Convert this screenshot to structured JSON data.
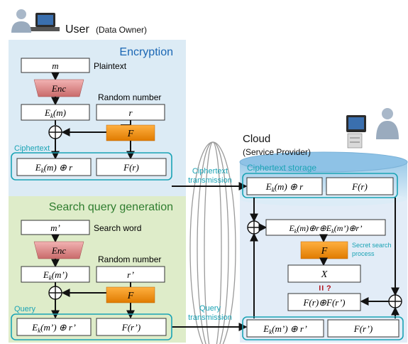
{
  "user": {
    "title": "User",
    "subtitle": "(Data Owner)"
  },
  "cloud": {
    "title": "Cloud",
    "subtitle": "(Service Provider)"
  },
  "encryption": {
    "title": "Encryption",
    "m_box": "m",
    "plaintext_label": "Plaintext",
    "enc_label": "Enc",
    "random_label": "Random number",
    "ek_box": "E",
    "ek_sub": "k",
    "ek_arg": "(m)",
    "r_box": "r",
    "f_label": "F",
    "ciphertext_label": "Ciphertext",
    "cipher_left": "E",
    "cipher_left_sub": "k",
    "cipher_left_rest": "(m) ⊕ r",
    "cipher_right": "F(r)"
  },
  "transmission": {
    "cipher_line1": "Ciphertext",
    "cipher_line2": "transmission",
    "query_line1": "Query",
    "query_line2": "transmission"
  },
  "storage": {
    "label": "Ciphertext storage",
    "left": "E",
    "left_sub": "k",
    "left_rest": "(m) ⊕ r",
    "right": "F(r)"
  },
  "query_gen": {
    "title": "Search query generation",
    "m_box": "m’",
    "search_word_label": "Search word",
    "enc_label": "Enc",
    "random_label": "Random number",
    "ek_box": "E",
    "ek_sub": "k",
    "ek_arg": "(m’)",
    "r_box": "r’",
    "f_label": "F",
    "query_label": "Query",
    "q_left": "E",
    "q_left_sub": "k",
    "q_left_rest": "(m’) ⊕ r’",
    "q_right": "F(r’)"
  },
  "cloud_process": {
    "xor_box": "E(m)⊕r⊕E(m’)⊕r’",
    "xor_box_parts": [
      "E",
      "k",
      "(m)⊕r⊕",
      "E",
      "k",
      "(m’)⊕r’"
    ],
    "f_label": "F",
    "secret_line1": "Secret search",
    "secret_line2": "process",
    "x_box": "X",
    "compare_label": "=",
    "question_label": "?",
    "result_box": "F(r)⊕F(r’)",
    "q_left": "E",
    "q_left_sub": "k",
    "q_left_rest": "(m’) ⊕ r’",
    "q_right": "F(r’)"
  },
  "icons": [
    "user-computer-icon",
    "server-user-icon",
    "xor-icon",
    "transmission-arrow-icon"
  ]
}
